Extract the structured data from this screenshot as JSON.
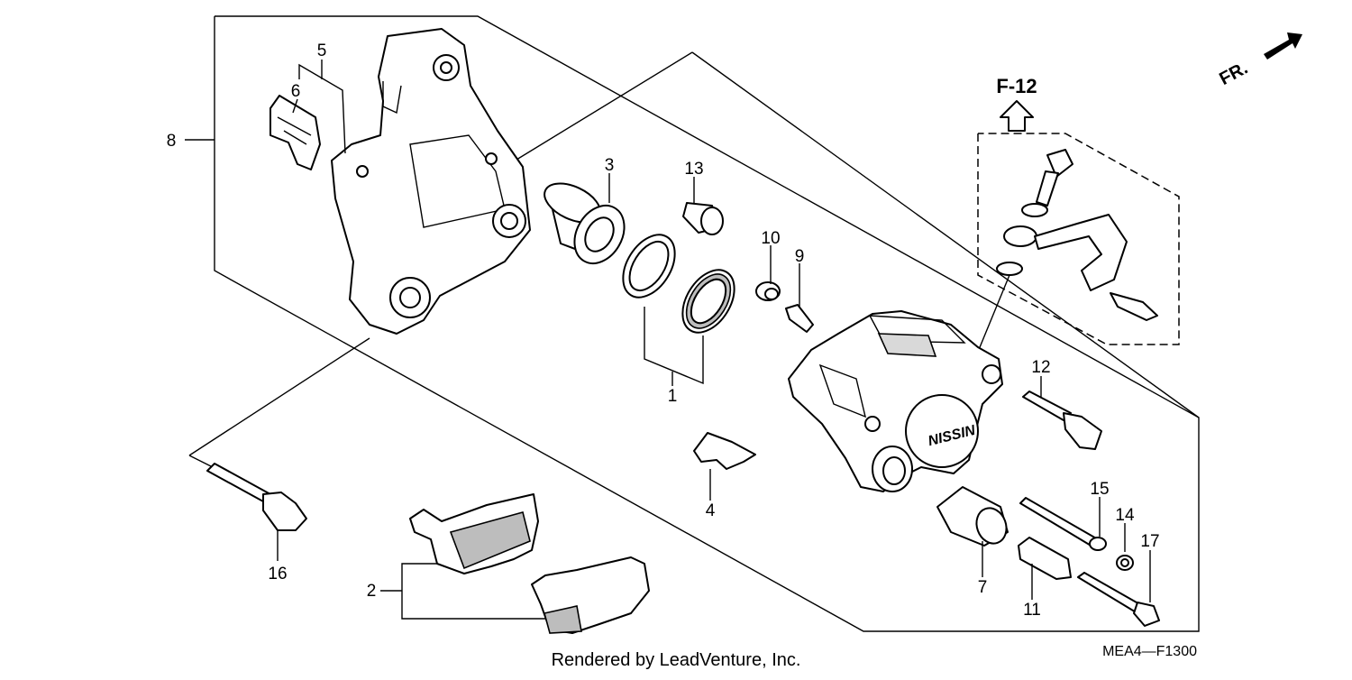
{
  "diagram": {
    "callouts": [
      "1",
      "2",
      "3",
      "4",
      "5",
      "6",
      "7",
      "8",
      "9",
      "10",
      "11",
      "12",
      "13",
      "14",
      "15",
      "16",
      "17"
    ],
    "reference_label": "F-12",
    "direction_label": "FR.",
    "caliper_brand": "NISSIN",
    "footer_credit": "Rendered by LeadVenture, Inc.",
    "figure_code": "MEA4—F1300"
  }
}
